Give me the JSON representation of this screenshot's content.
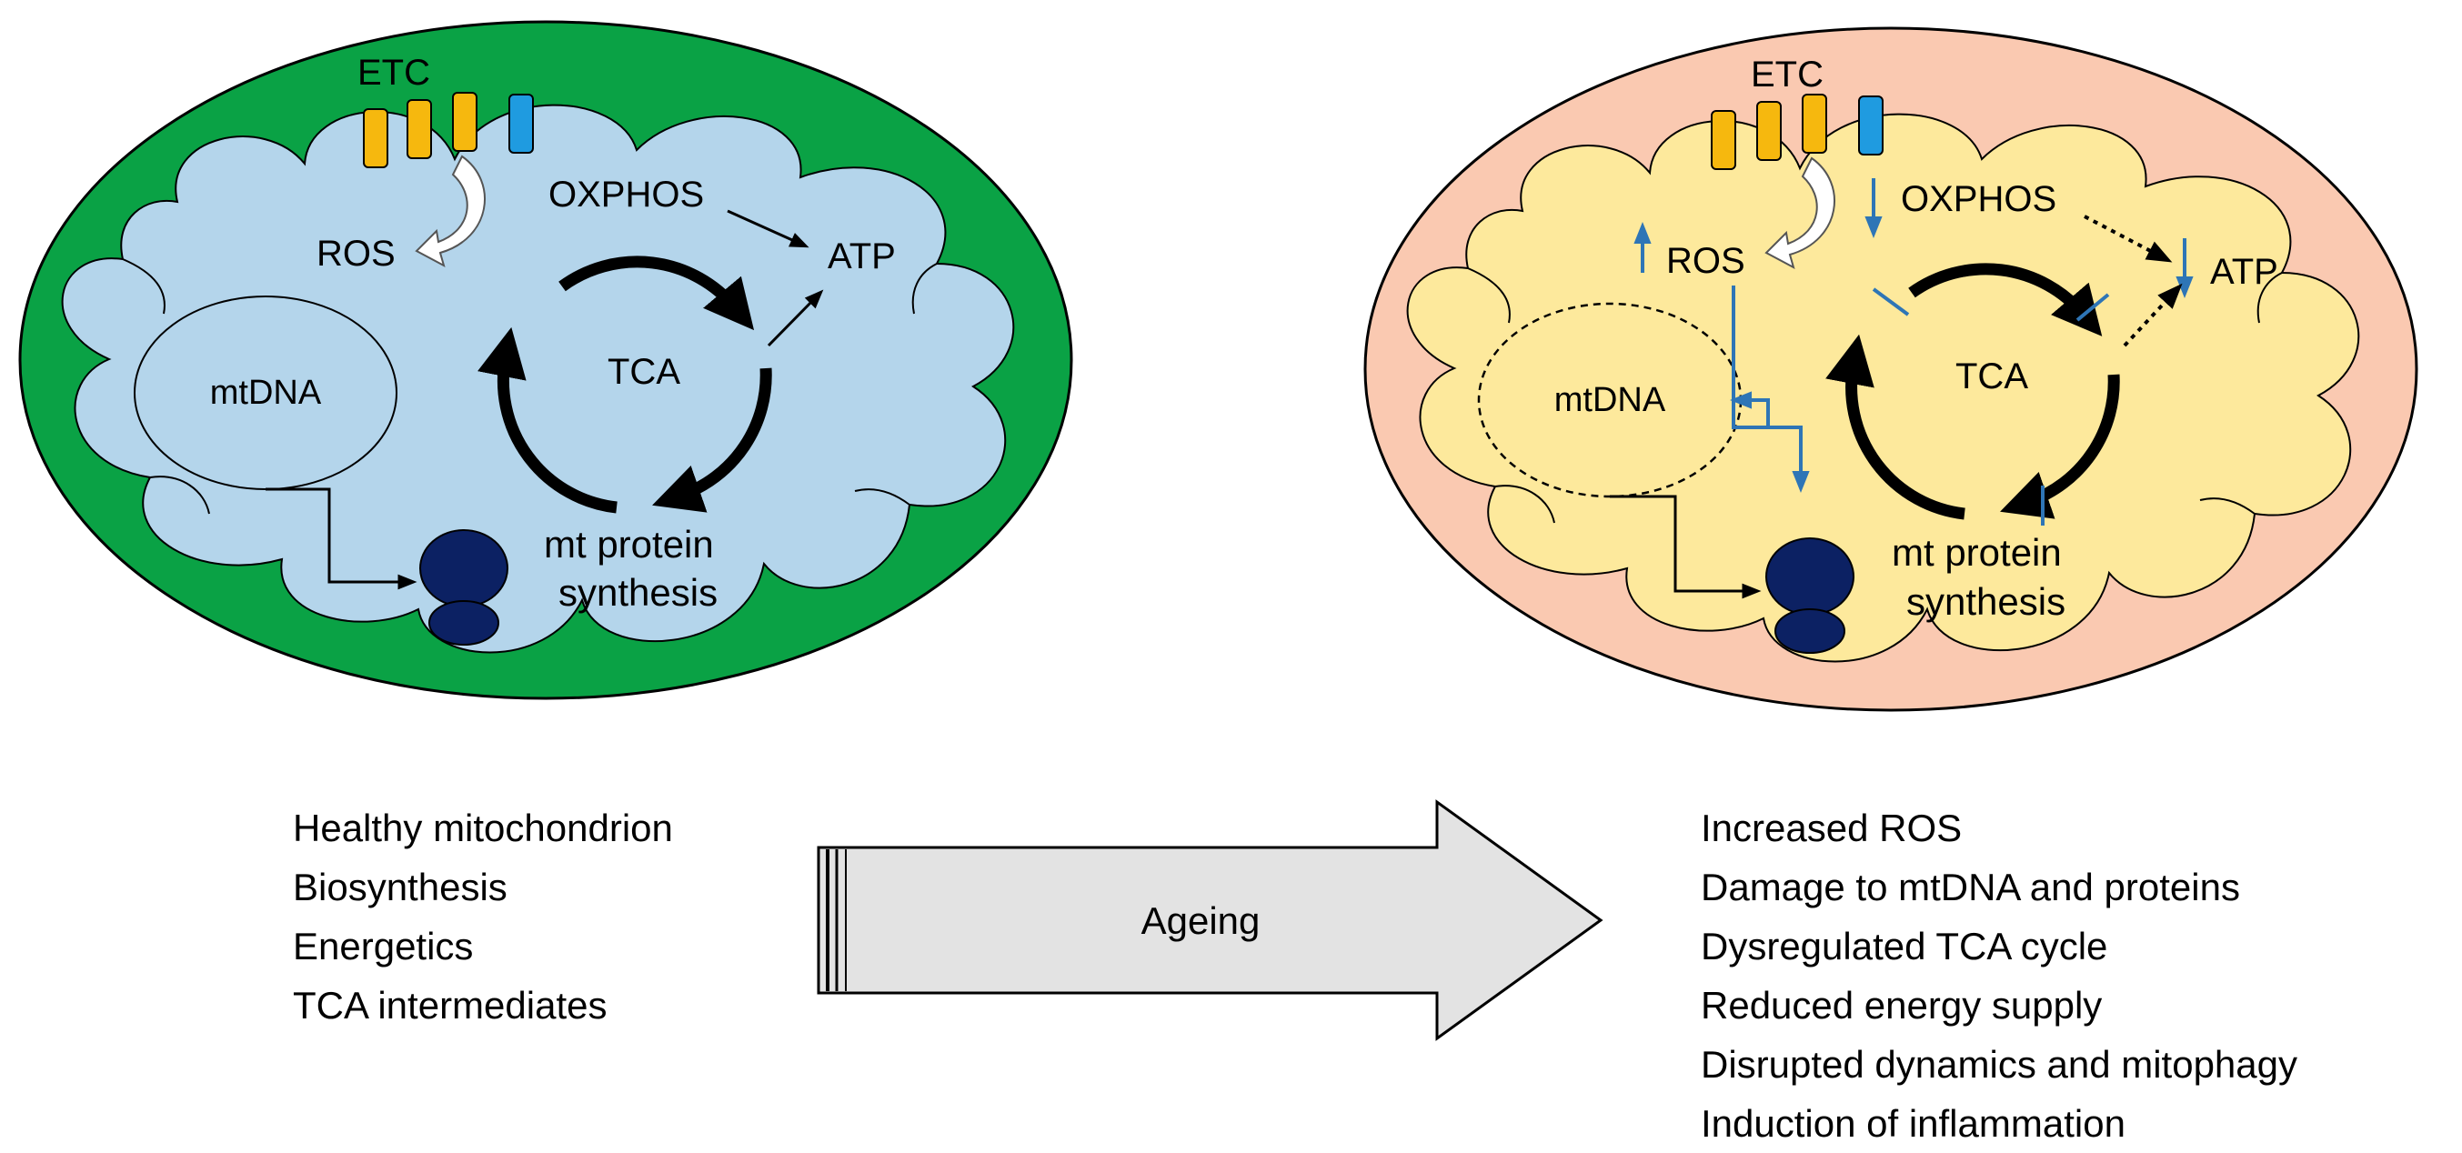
{
  "colors": {
    "healthy_outer": "#0aa245",
    "healthy_inner": "#b4d5eb",
    "aged_outer": "#fac9b1",
    "aged_inner": "#fde99c",
    "etc_yellow": "#f6b80e",
    "etc_blue": "#1f9be0",
    "ribosome": "#0c2163",
    "change_arrow": "#2e75b6",
    "ageing_arrow_fill": "#e3e3e3"
  },
  "healthy": {
    "labels": {
      "etc": "ETC",
      "oxphos": "OXPHOS",
      "ros": "ROS",
      "atp": "ATP",
      "tca": "TCA",
      "mtdna": "mtDNA",
      "protein_line1": "mt protein",
      "protein_line2": "synthesis"
    },
    "features": [
      "Healthy mitochondrion",
      "Biosynthesis",
      "Energetics",
      "TCA intermediates"
    ]
  },
  "aged": {
    "labels": {
      "etc": "ETC",
      "oxphos": "OXPHOS",
      "ros": "ROS",
      "atp": "ATP",
      "tca": "TCA",
      "mtdna": "mtDNA",
      "protein_line1": "mt protein",
      "protein_line2": "synthesis"
    },
    "features": [
      "Increased ROS",
      "Damage to mtDNA and proteins",
      "Dysregulated TCA cycle",
      "Reduced energy supply",
      "Disrupted dynamics and mitophagy",
      "Induction of inflammation"
    ]
  },
  "transition": {
    "label": "Ageing"
  }
}
